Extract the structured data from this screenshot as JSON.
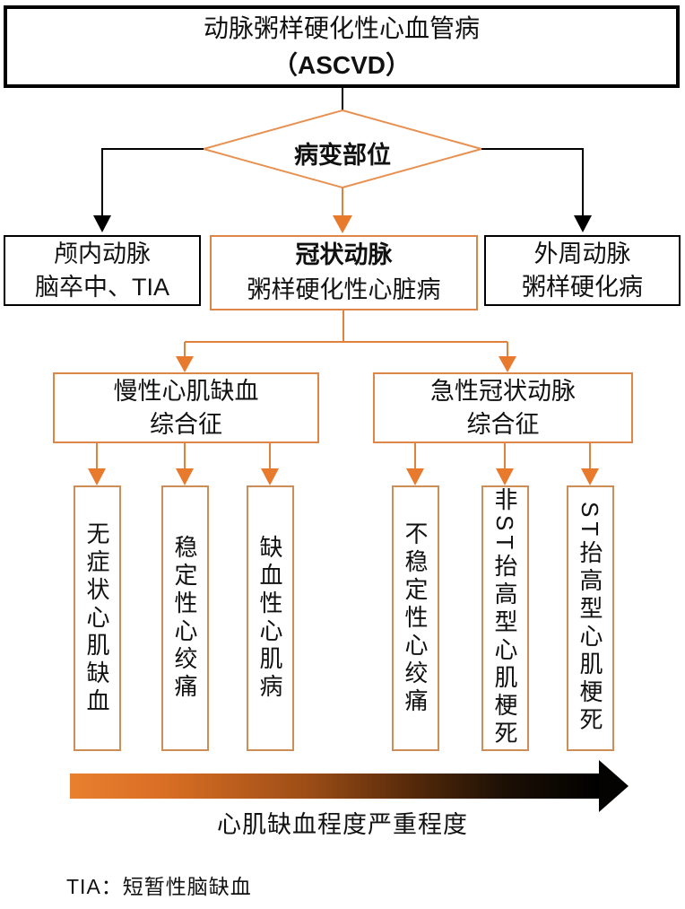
{
  "title": "动脉粥样硬化性心血管病分类流程图",
  "colors": {
    "accent_orange": "#e87a2e",
    "muted_orange_border": "#dd8647",
    "leaf_border": "#cd8d57",
    "black": "#000000",
    "gradient_arrow_start": "#e97f2f",
    "gradient_arrow_end": "#000000"
  },
  "nodes": {
    "root": {
      "line1": "动脉粥样硬化性心血管病",
      "line2": "（ASCVD）"
    },
    "decision": {
      "label": "病变部位"
    },
    "intracranial": {
      "line1": "颅内动脉",
      "line2": "脑卒中、TIA"
    },
    "coronary": {
      "line1": "冠状动脉",
      "line2": "粥样硬化性心脏病"
    },
    "peripheral": {
      "line1": "外周动脉",
      "line2": "粥样硬化病"
    },
    "chronic": {
      "line1": "慢性心肌缺血",
      "line2": "综合征"
    },
    "acute": {
      "line1": "急性冠状动脉",
      "line2": "综合征"
    },
    "leaves": [
      {
        "label": "无症状心肌缺血"
      },
      {
        "label": "稳定性心绞痛"
      },
      {
        "label": "缺血性心肌病"
      },
      {
        "label": "不稳定性心绞痛"
      },
      {
        "label": "非ST抬高型心肌梗死"
      },
      {
        "label": "ST抬高型心肌梗死"
      }
    ]
  },
  "severity_axis": {
    "label": "心肌缺血程度严重程度"
  },
  "footnote": {
    "label": "TIA：短暂性脑缺血"
  }
}
